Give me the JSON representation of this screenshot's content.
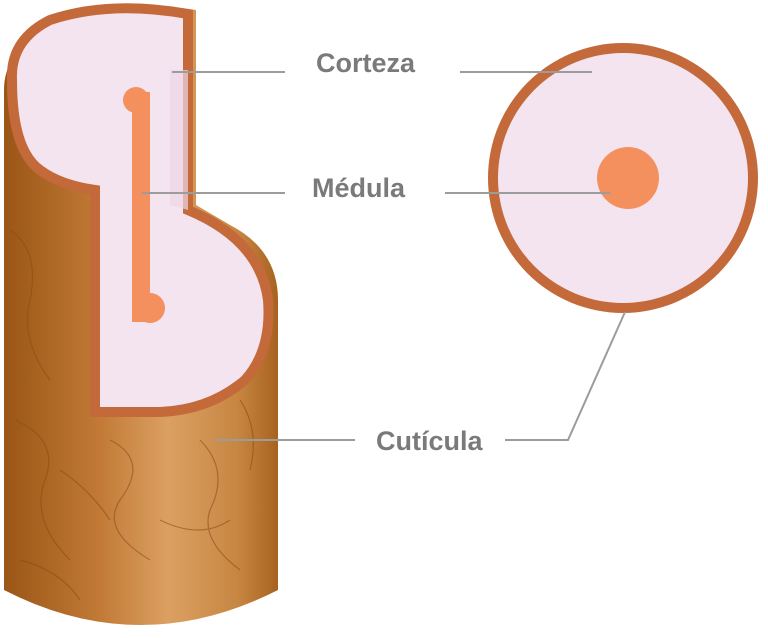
{
  "labels": {
    "cortex": "Corteza",
    "medulla": "Médula",
    "cuticle": "Cutícula"
  },
  "colors": {
    "cuticle_fill_light": "#d99a5a",
    "cuticle_fill_dark": "#9a5616",
    "cuticle_outline": "#c4693a",
    "cortex_fill": "#f4e4f0",
    "medulla_fill": "#f4905e",
    "leader_line": "#9c9c9c",
    "label_text": "#7a7a7a"
  }
}
